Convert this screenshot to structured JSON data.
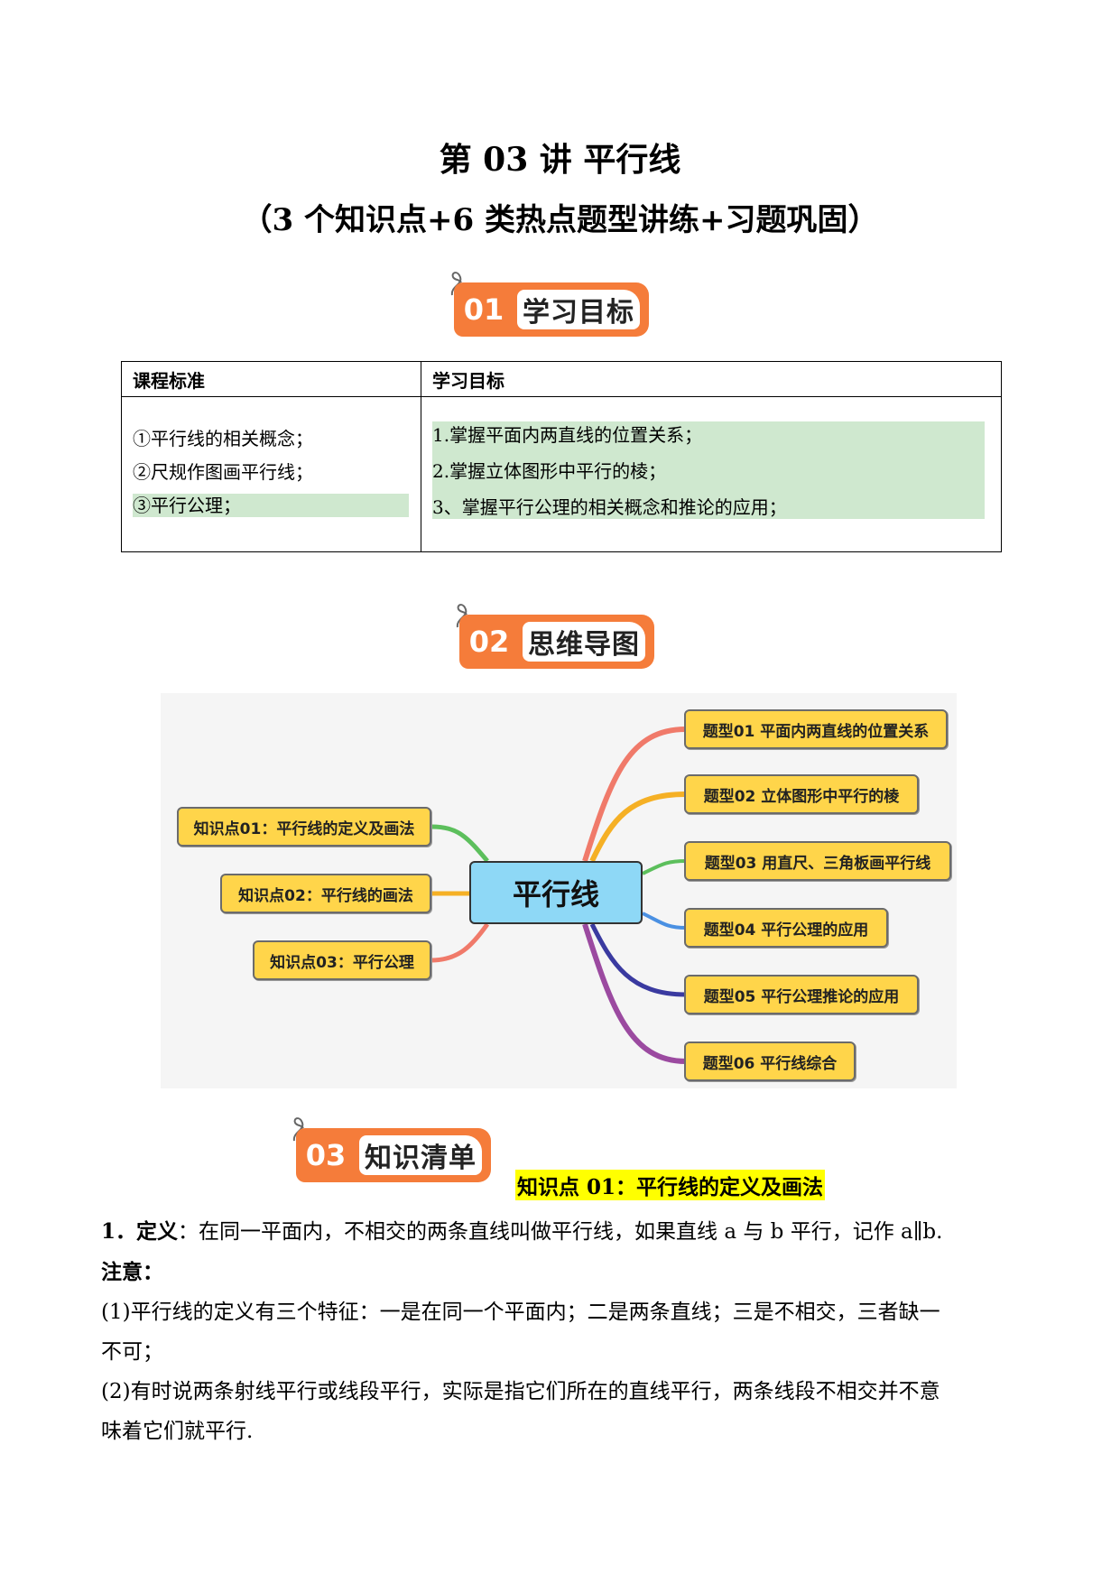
{
  "title": {
    "line1": "第 03 讲  平行线",
    "line2": "（3 个知识点+6 类热点题型讲练+习题巩固）"
  },
  "sections": [
    {
      "num": "01",
      "label": "学习目标"
    },
    {
      "num": "02",
      "label": "思维导图"
    },
    {
      "num": "03",
      "label": "知识清单"
    }
  ],
  "table": {
    "col1_header": "课程标准",
    "col2_header": "学习目标",
    "col1_lines": [
      "①平行线的相关概念；",
      "②尺规作图画平行线；",
      "③平行公理；"
    ],
    "col2_lines": [
      "1.掌握平面内两直线的位置关系；",
      "2.掌握立体图形中平行的棱；",
      "3、掌握平行公理的相关概念和推论的应用；"
    ]
  },
  "mindmap": {
    "center": "平行线",
    "left": [
      "知识点01：平行线的定义及画法",
      "知识点02：平行线的画法",
      "知识点03：平行公理"
    ],
    "right": [
      "题型01  平面内两直线的位置关系",
      "题型02  立体图形中平行的棱",
      "题型03  用直尺、三角板画平行线",
      "题型04  平行公理的应用",
      "题型05  平行公理推论的应用",
      "题型06  平行线综合"
    ],
    "branch_colors": [
      "#f07a6a",
      "#f5b025",
      "#5cbf5c",
      "#4a90e2",
      "#3a3aa0",
      "#9b4aa0"
    ],
    "left_colors": [
      "#5cbf5c",
      "#f5b025",
      "#f07a6a"
    ]
  },
  "knowledge": {
    "heading": "知识点 01：平行线的定义及画法",
    "def_label": "1．定义",
    "def_text": "：在同一平面内，不相交的两条直线叫做平行线，如果直线 a 与 b 平行，记作 a∥b.",
    "note_label": "注意：",
    "note1_a": "(1)平行线的定义有三个特征：一是在同一个平面内；二是两条直线；三是不相交，三者缺一",
    "note1_b": "不可；",
    "note2_a": "(2)有时说两条射线平行或线段平行，实际是指它们所在的直线平行，两条线段不相交并不意",
    "note2_b": "味着它们就平行."
  }
}
